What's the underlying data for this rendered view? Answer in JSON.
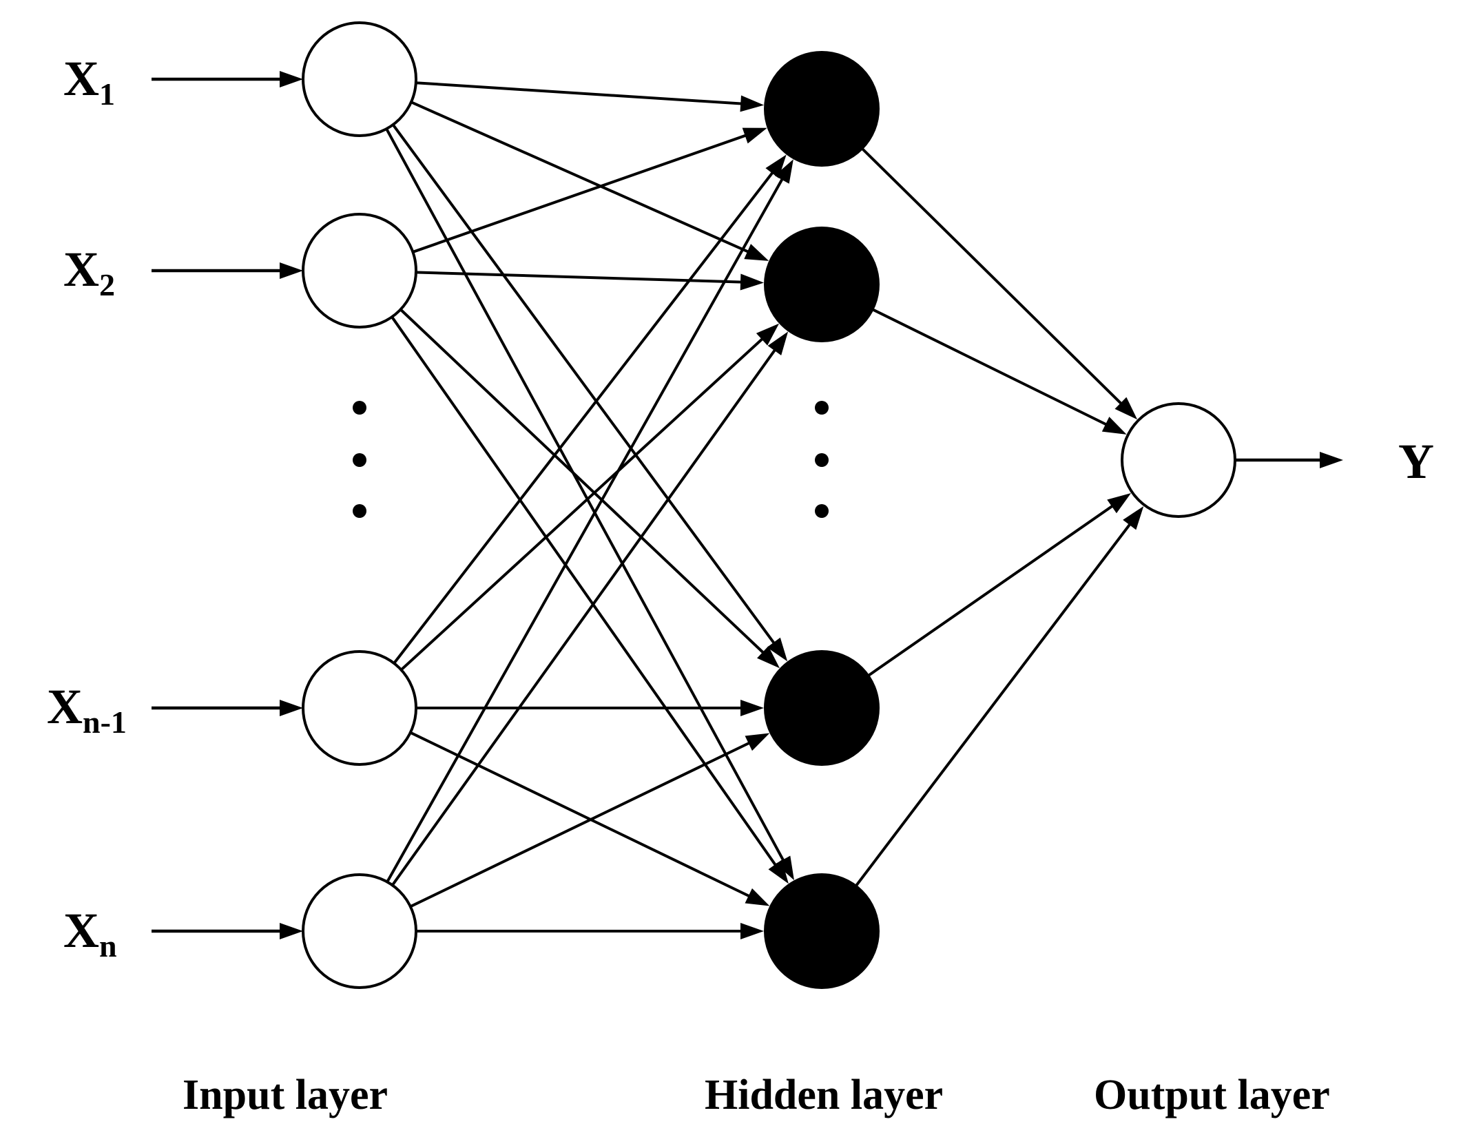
{
  "diagram": {
    "input_nodes": [
      {
        "label": "X",
        "sub": "1"
      },
      {
        "label": "X",
        "sub": "2"
      },
      {
        "label": "X",
        "sub": "n-1"
      },
      {
        "label": "X",
        "sub": "n"
      }
    ],
    "hidden_nodes": 4,
    "output_node": {
      "label": "Y"
    },
    "layer_labels": {
      "input": "Input layer",
      "hidden": "Hidden layer",
      "output": "Output layer"
    },
    "colors": {
      "stroke": "#000000",
      "hidden_fill": "#000000",
      "io_fill": "#ffffff"
    }
  }
}
